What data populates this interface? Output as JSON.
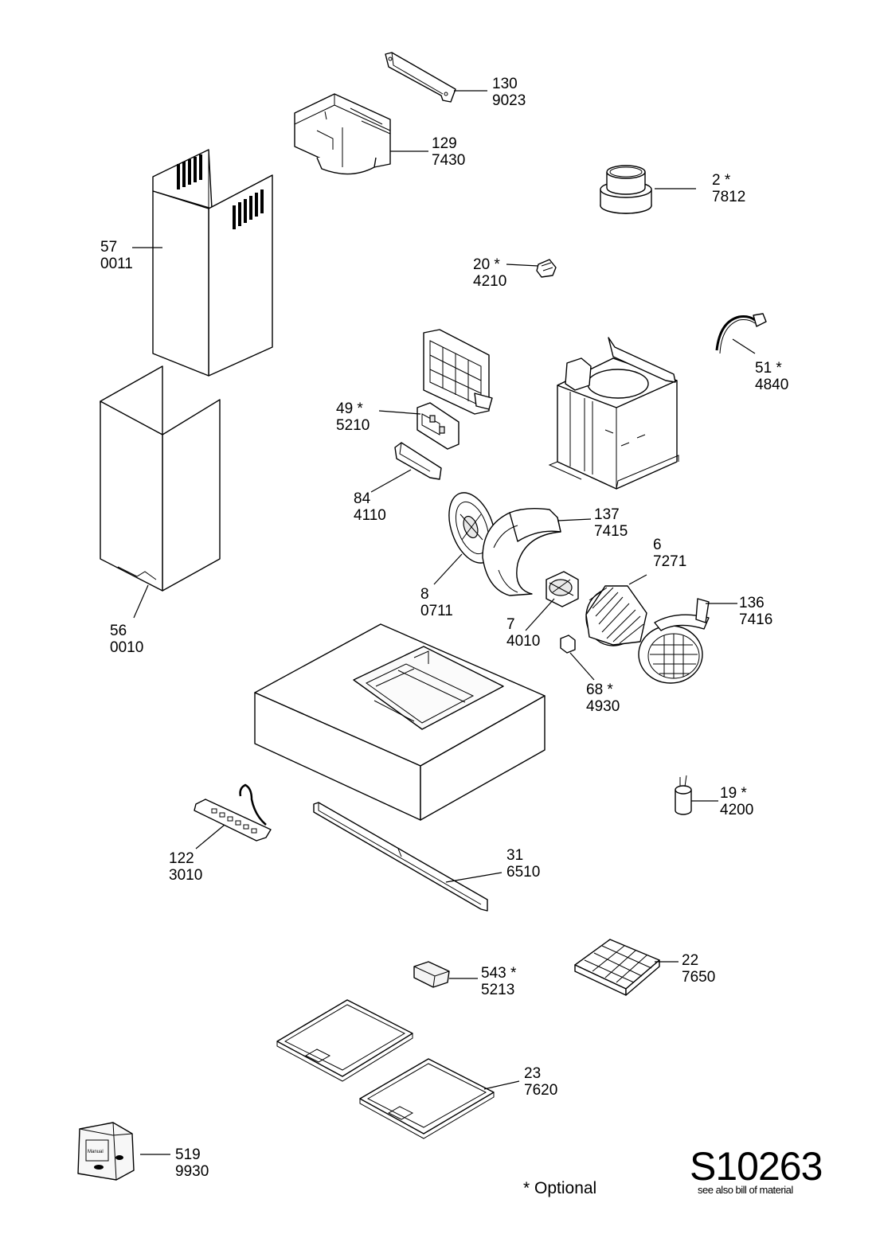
{
  "labels": [
    {
      "id": "p130",
      "part": "130",
      "code": "9023"
    },
    {
      "id": "p129",
      "part": "129",
      "code": "7430"
    },
    {
      "id": "p2",
      "part": "2 *",
      "code": "7812"
    },
    {
      "id": "p57",
      "part": "57",
      "code": "0011"
    },
    {
      "id": "p20",
      "part": "20 *",
      "code": "4210"
    },
    {
      "id": "p51",
      "part": "51 *",
      "code": "4840"
    },
    {
      "id": "p49",
      "part": "49 *",
      "code": "5210"
    },
    {
      "id": "p84",
      "part": "84",
      "code": "4110"
    },
    {
      "id": "p137",
      "part": "137",
      "code": "7415"
    },
    {
      "id": "p6",
      "part": "6",
      "code": "7271"
    },
    {
      "id": "p8",
      "part": "8",
      "code": "0711"
    },
    {
      "id": "p136",
      "part": "136",
      "code": "7416"
    },
    {
      "id": "p56",
      "part": "56",
      "code": "0010"
    },
    {
      "id": "p7",
      "part": "7",
      "code": "4010"
    },
    {
      "id": "p68",
      "part": "68 *",
      "code": "4930"
    },
    {
      "id": "p19",
      "part": "19 *",
      "code": "4200"
    },
    {
      "id": "p122",
      "part": "122",
      "code": "3010"
    },
    {
      "id": "p31",
      "part": "31",
      "code": "6510"
    },
    {
      "id": "p22",
      "part": "22",
      "code": "7650"
    },
    {
      "id": "p543",
      "part": "543 *",
      "code": "5213"
    },
    {
      "id": "p23",
      "part": "23",
      "code": "7620"
    },
    {
      "id": "p519",
      "part": "519",
      "code": "9930"
    }
  ],
  "legend": {
    "optional_note": "* Optional"
  },
  "document": {
    "number": "S10263",
    "note": "see also bill of material"
  },
  "bag_text": "Manual"
}
